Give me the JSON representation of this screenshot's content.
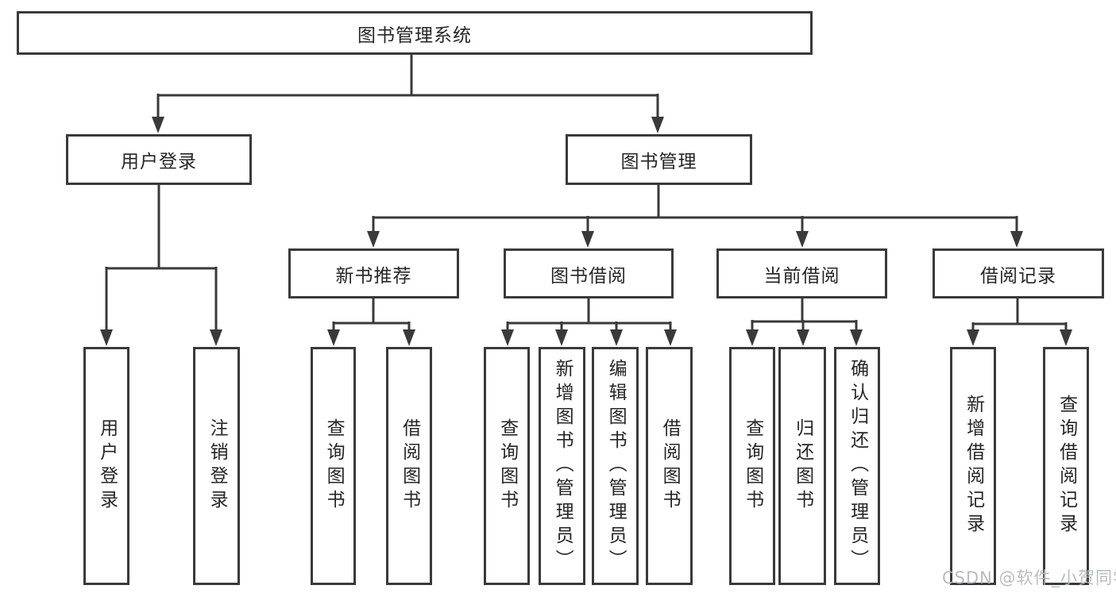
{
  "diagram": {
    "root": {
      "label": "图书管理系统"
    },
    "level2": [
      {
        "id": "user-login",
        "label": "用户登录"
      },
      {
        "id": "book-management",
        "label": "图书管理"
      }
    ],
    "level3": [
      {
        "id": "new-book-recommend",
        "label": "新书推荐"
      },
      {
        "id": "book-borrow",
        "label": "图书借阅"
      },
      {
        "id": "current-borrow",
        "label": "当前借阅"
      },
      {
        "id": "borrow-records",
        "label": "借阅记录"
      }
    ],
    "leaves": [
      {
        "id": "user-login-action",
        "label": "用户登录"
      },
      {
        "id": "logout",
        "label": "注销登录"
      },
      {
        "id": "query-books-recommend",
        "label": "查询图书"
      },
      {
        "id": "borrow-books-recommend",
        "label": "借阅图书"
      },
      {
        "id": "query-books-borrow",
        "label": "查询图书"
      },
      {
        "id": "add-books-admin",
        "label": "新增图书（管理员）"
      },
      {
        "id": "edit-books-admin",
        "label": "编辑图书（管理员）"
      },
      {
        "id": "borrow-books",
        "label": "借阅图书"
      },
      {
        "id": "query-books-current",
        "label": "查询图书"
      },
      {
        "id": "return-books",
        "label": "归还图书"
      },
      {
        "id": "confirm-return-admin",
        "label": "确认归还（管理员）"
      },
      {
        "id": "add-borrow-record",
        "label": "新增借阅记录"
      },
      {
        "id": "query-borrow-record",
        "label": "查询借阅记录"
      }
    ]
  },
  "watermark": {
    "text": "CSDN @软件_小贺同学",
    "color": "#b4b9be"
  },
  "colors": {
    "background": "#ffffff",
    "line": "#3a3a3a",
    "box_border": "#3a3a3a",
    "text": "#262626"
  }
}
